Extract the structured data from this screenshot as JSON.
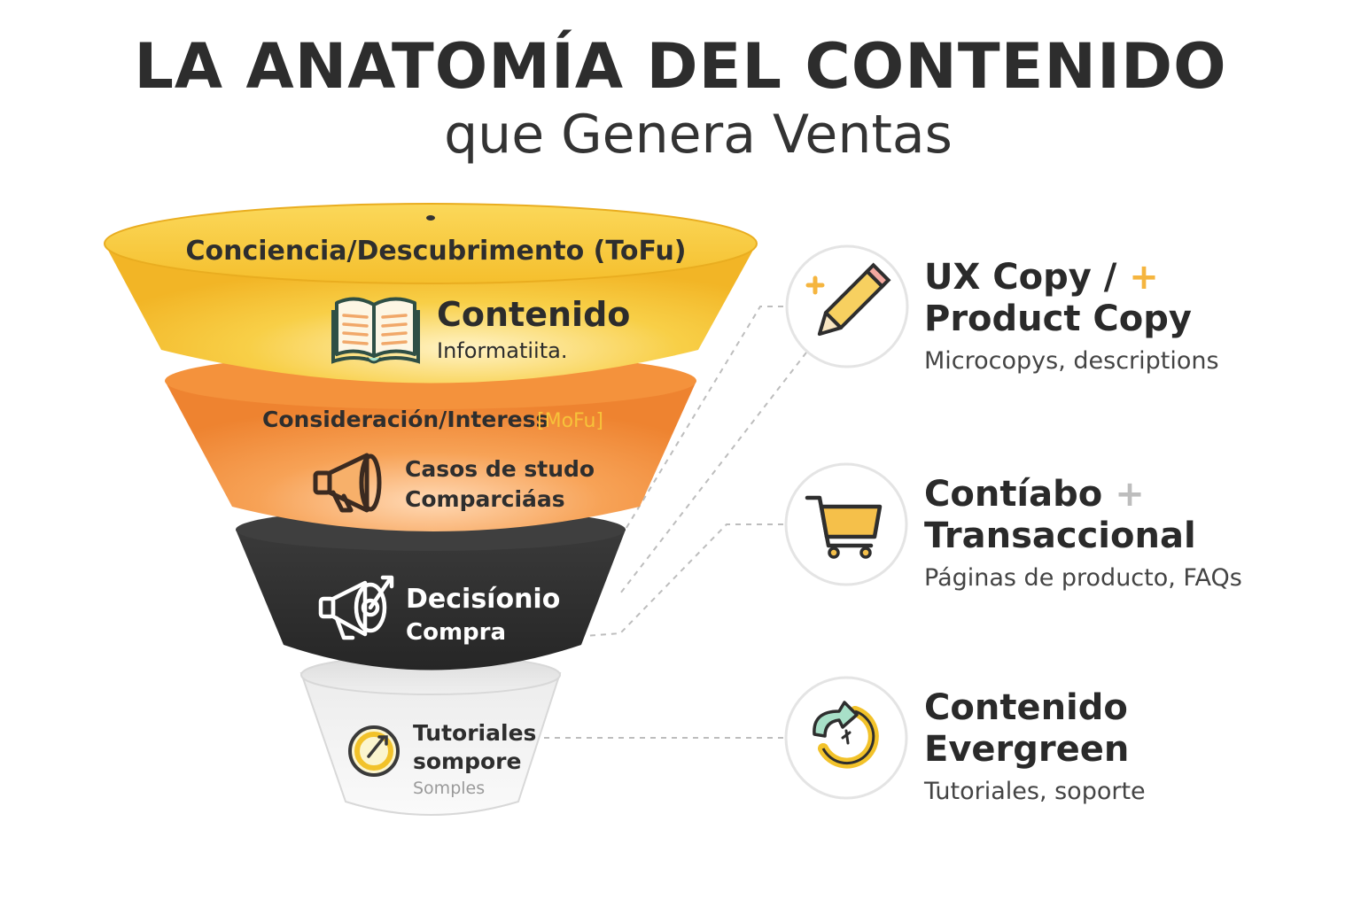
{
  "header": {
    "title": "LA ANATOMÍA DEL CONTENIDO",
    "subtitle": "que Genera Ventas"
  },
  "colors": {
    "tofu": "#f6c12f",
    "mofu": "#f28d3a",
    "bofu": "#303030",
    "support": "#f4f4f4",
    "accent_plus": "#f5b53f",
    "gray_plus": "#bdbdbd"
  },
  "funnel": {
    "tofu": {
      "stage": "Conciencia/Descubrimento (ToFu)",
      "title": "Contenido",
      "subtitle": "Informatiita.",
      "icon": "open-book-icon"
    },
    "mofu": {
      "stage": "Consideración/Interess",
      "tag": "[MoFu]",
      "line1": "Casos de studo",
      "line2": "Comparciáas",
      "icon": "megaphone-icon"
    },
    "bofu": {
      "line1": "Decisíonio",
      "line2": "Compra",
      "icon": "megaphone-target-icon"
    },
    "support": {
      "line1": "Tutoriales",
      "line2": "sompore",
      "line3": "Somples",
      "icon": "support-circle-icon"
    }
  },
  "items": [
    {
      "title_line1": "UX Copy /",
      "plus": "+",
      "title_line2": "Product Copy",
      "desc": "Microcopys, descriptions",
      "icon": "pencil-icon"
    },
    {
      "title_line1": "Contíabo",
      "plus": "+",
      "title_line2": "Transaccional",
      "desc": "Páginas de producto, FAQs",
      "icon": "shopping-cart-icon"
    },
    {
      "title_line1": "Contenido",
      "title_line2": "Evergreen",
      "desc": "Tutoriales, soporte",
      "icon": "evergreen-cycle-icon"
    }
  ]
}
